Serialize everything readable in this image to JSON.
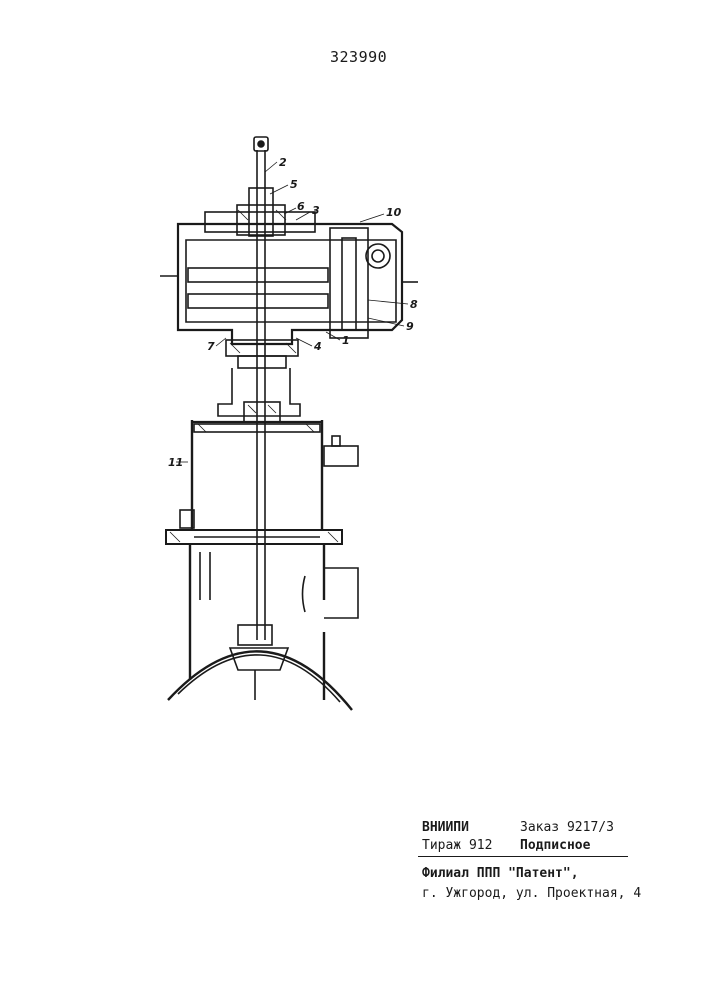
{
  "header": {
    "patent_number": "323990"
  },
  "drawing": {
    "callouts": [
      "2",
      "5",
      "6",
      "3",
      "10",
      "8",
      "9",
      "7",
      "4",
      "1",
      "11"
    ]
  },
  "imprint": {
    "org": "ВНИИПИ",
    "order": "Заказ 9217/3",
    "circulation": "Тираж 912",
    "subscription": "Подписное",
    "branch": "Филиал ППП \"Патент\",",
    "address": "г. Ужгород, ул. Проектная, 4"
  },
  "colors": {
    "ink": "#1a1a1a",
    "paper": "#ffffff"
  }
}
